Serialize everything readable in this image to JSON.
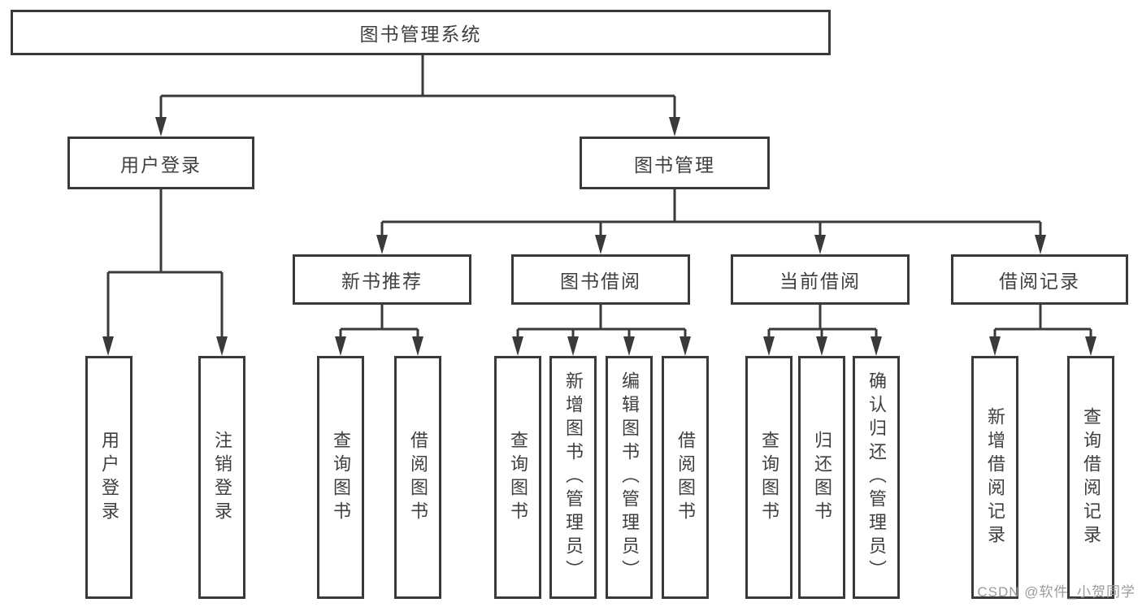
{
  "colors": {
    "line": "#3a3a3a",
    "text": "#3f3f3f",
    "watermark": "#9b9b9b",
    "background": "#ffffff"
  },
  "nodes": {
    "root": {
      "label": "图书管理系统"
    },
    "user_login": {
      "label": "用户登录"
    },
    "book_management": {
      "label": "图书管理"
    },
    "new_book_recommend": {
      "label": "新书推荐"
    },
    "book_borrowing": {
      "label": "图书借阅"
    },
    "current_borrowing": {
      "label": "当前借阅"
    },
    "borrowing_records": {
      "label": "借阅记录"
    },
    "leaves": {
      "user_login": "用户登录",
      "logout": "注销登录",
      "nb_query_books": "查询图书",
      "nb_borrow_books": "借阅图书",
      "bb_query_books": "查询图书",
      "bb_add_books": "新增图书（管理员）",
      "bb_edit_books": "编辑图书（管理员）",
      "bb_borrow_books": "借阅图书",
      "cb_query_books": "查询图书",
      "cb_return_books": "归还图书",
      "cb_confirm_return": "确认归还（管理员）",
      "br_add_record": "新增借阅记录",
      "br_query_record": "查询借阅记录"
    }
  },
  "watermark": {
    "text": "CSDN @软件_小贺同学"
  }
}
